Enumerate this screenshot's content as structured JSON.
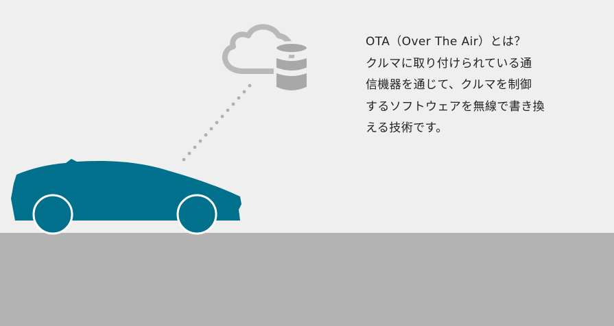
{
  "caption": {
    "lines": [
      "OTA（Over The Air）とは？",
      "クルマに取り付けられている通",
      "信機器を通じて、クルマを制御",
      "するソフトウェアを無線で書き換",
      "える技術です。"
    ]
  },
  "colors": {
    "background": "#efefef",
    "ground": "#b3b3b3",
    "car": "#00708c",
    "cloud": "#b9b9b9",
    "database": "#a8a8a8",
    "signal_dots": "#b0b0b0"
  }
}
